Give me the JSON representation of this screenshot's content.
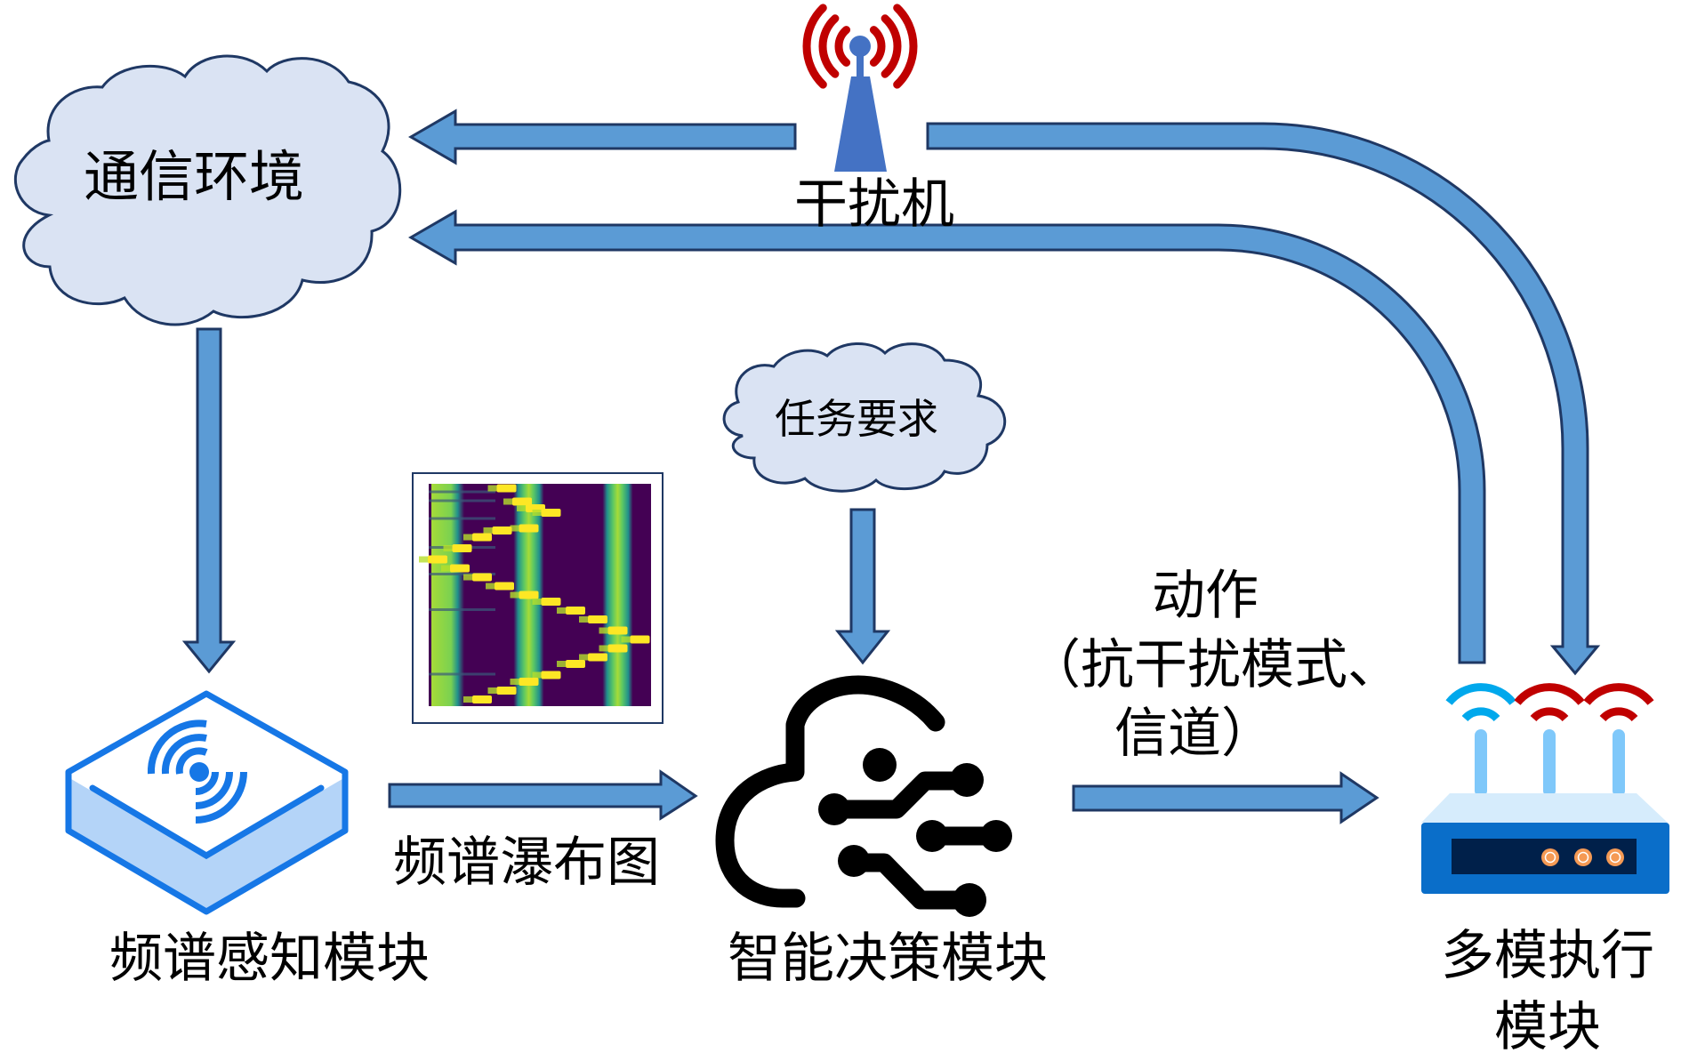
{
  "title": "抗干扰通信系统框图",
  "colors": {
    "arrow_fill": "#5B9BD5",
    "arrow_stroke": "#1F3864",
    "cloud_fill": "#DAE3F3",
    "cloud_stroke": "#1F3864",
    "jammer_wave": "#C00000",
    "tower_blue": "#4472C4",
    "sensor_blue": "#1677E6",
    "sensor_side": "#B4D4F8",
    "router_body": "#0A6EC9",
    "router_top": "#D6ECFC",
    "router_antenna": "#7FC8FA",
    "router_panel": "#00204A",
    "router_led": "#F59A55",
    "wifi_blue": "#00A8EC",
    "wifi_red": "#C00000"
  },
  "nodes": {
    "environment": {
      "label": "通信环境",
      "icon": "cloud-icon"
    },
    "jammer": {
      "label": "干扰机",
      "icon": "radio-tower-icon"
    },
    "task": {
      "label": "任务要求",
      "icon": "cloud-icon"
    },
    "sensing": {
      "label": "频谱感知模块",
      "icon": "wireless-sensor-box-icon"
    },
    "decision": {
      "label": "智能决策模块",
      "icon": "cloud-ai-network-icon"
    },
    "executor": {
      "label_line1": "多模执行",
      "label_line2": "模块",
      "icon": "wifi-router-icon"
    }
  },
  "edges": {
    "waterfall_label": "频谱瀑布图",
    "action_line1": "动作",
    "action_line2": "（抗干扰模式、",
    "action_line3": "信道）"
  },
  "waterfall": {
    "description": "spectrum waterfall heatmap",
    "colormap": "viridis",
    "fixed_channels": [
      0.08,
      0.45,
      0.85
    ],
    "sweep_steps": [
      [
        0.35,
        0.02
      ],
      [
        0.42,
        0.08
      ],
      [
        0.48,
        0.11
      ],
      [
        0.55,
        0.13
      ],
      [
        0.45,
        0.2
      ],
      [
        0.33,
        0.21
      ],
      [
        0.24,
        0.24
      ],
      [
        0.15,
        0.29
      ],
      [
        0.04,
        0.34
      ],
      [
        0.14,
        0.38
      ],
      [
        0.24,
        0.42
      ],
      [
        0.34,
        0.46
      ],
      [
        0.45,
        0.5
      ],
      [
        0.55,
        0.53
      ],
      [
        0.66,
        0.57
      ],
      [
        0.76,
        0.61
      ],
      [
        0.85,
        0.66
      ],
      [
        0.95,
        0.7
      ],
      [
        0.85,
        0.74
      ],
      [
        0.76,
        0.78
      ],
      [
        0.66,
        0.81
      ],
      [
        0.55,
        0.86
      ],
      [
        0.45,
        0.89
      ],
      [
        0.35,
        0.93
      ],
      [
        0.24,
        0.97
      ]
    ]
  }
}
